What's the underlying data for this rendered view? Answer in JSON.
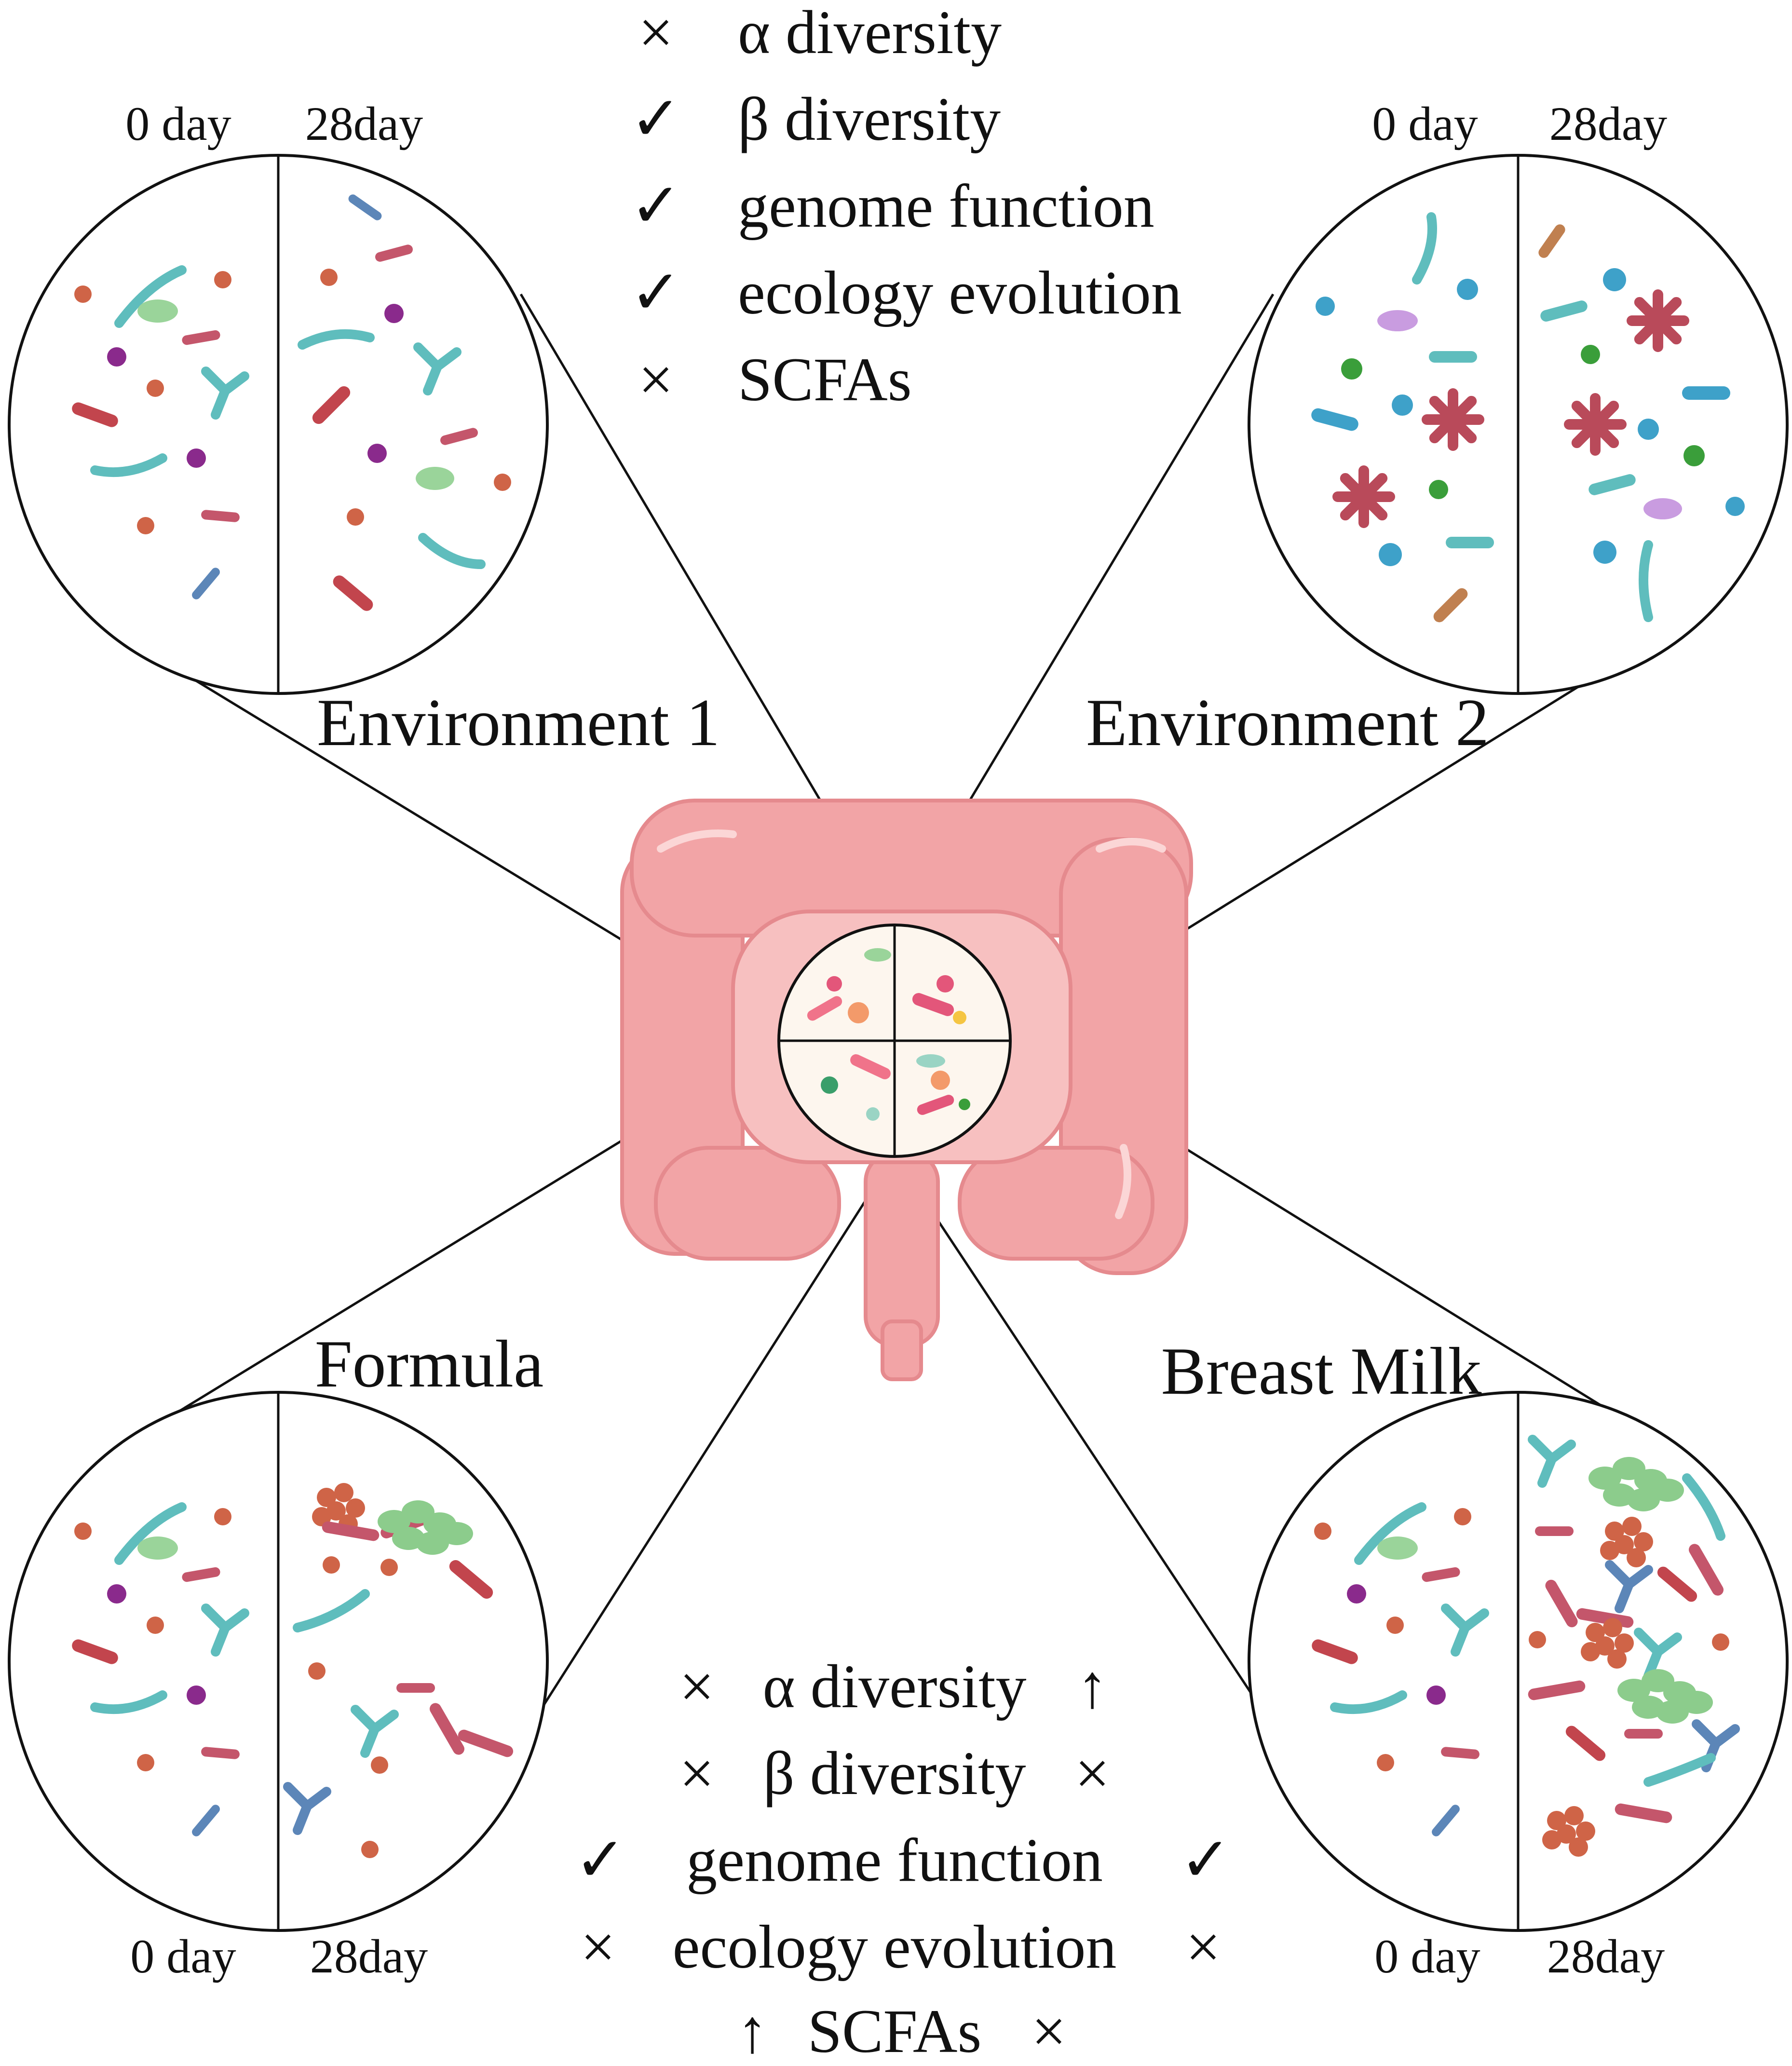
{
  "colors": {
    "line": "#111111",
    "intestine": "#f2a4a6",
    "intestine_dark": "#e58a8e",
    "intestine_light": "#fbd6d6",
    "teal": "#5fbdbd",
    "rod_red": "#c2454d",
    "rod_pink": "#c4566b",
    "cocci": "#cf6447",
    "purple": "#8a2a8c",
    "green_oval": "#9ad49a",
    "blue_rod": "#5c86b8",
    "blue_cocci": "#3ea1c9",
    "green_cocci": "#3a9e3a",
    "lilac": "#c99ce0",
    "brown": "#c08050"
  },
  "icons": [
    "bacteria-icon",
    "check-icon",
    "cross-icon",
    "up-arrow-icon"
  ],
  "panels": {
    "env1": {
      "title": "Environment 1",
      "day0": "0 day",
      "day28": "28day"
    },
    "env2": {
      "title": "Environment 2",
      "day0": "0 day",
      "day28": "28day"
    },
    "formula": {
      "title": "Formula",
      "day0": "0 day",
      "day28": "28day"
    },
    "milk": {
      "title": "Breast Milk",
      "day0": "0 day",
      "day28": "28day"
    }
  },
  "top_table": {
    "rows": [
      {
        "mark": "×",
        "label": "α diversity"
      },
      {
        "mark": "✓",
        "label": "β diversity"
      },
      {
        "mark": "✓",
        "label": "genome function"
      },
      {
        "mark": "✓",
        "label": "ecology evolution"
      },
      {
        "mark": "×",
        "label": "SCFAs"
      }
    ]
  },
  "bottom_table": {
    "rows": [
      {
        "left": "×",
        "label": "α diversity",
        "right": "↑"
      },
      {
        "left": "×",
        "label": "β diversity",
        "right": "×"
      },
      {
        "left": "✓",
        "label": "genome function",
        "right": "✓"
      },
      {
        "left": "×",
        "label": "ecology evolution",
        "right": "×"
      },
      {
        "left": "↑",
        "label": "SCFAs",
        "right": "×"
      }
    ]
  }
}
